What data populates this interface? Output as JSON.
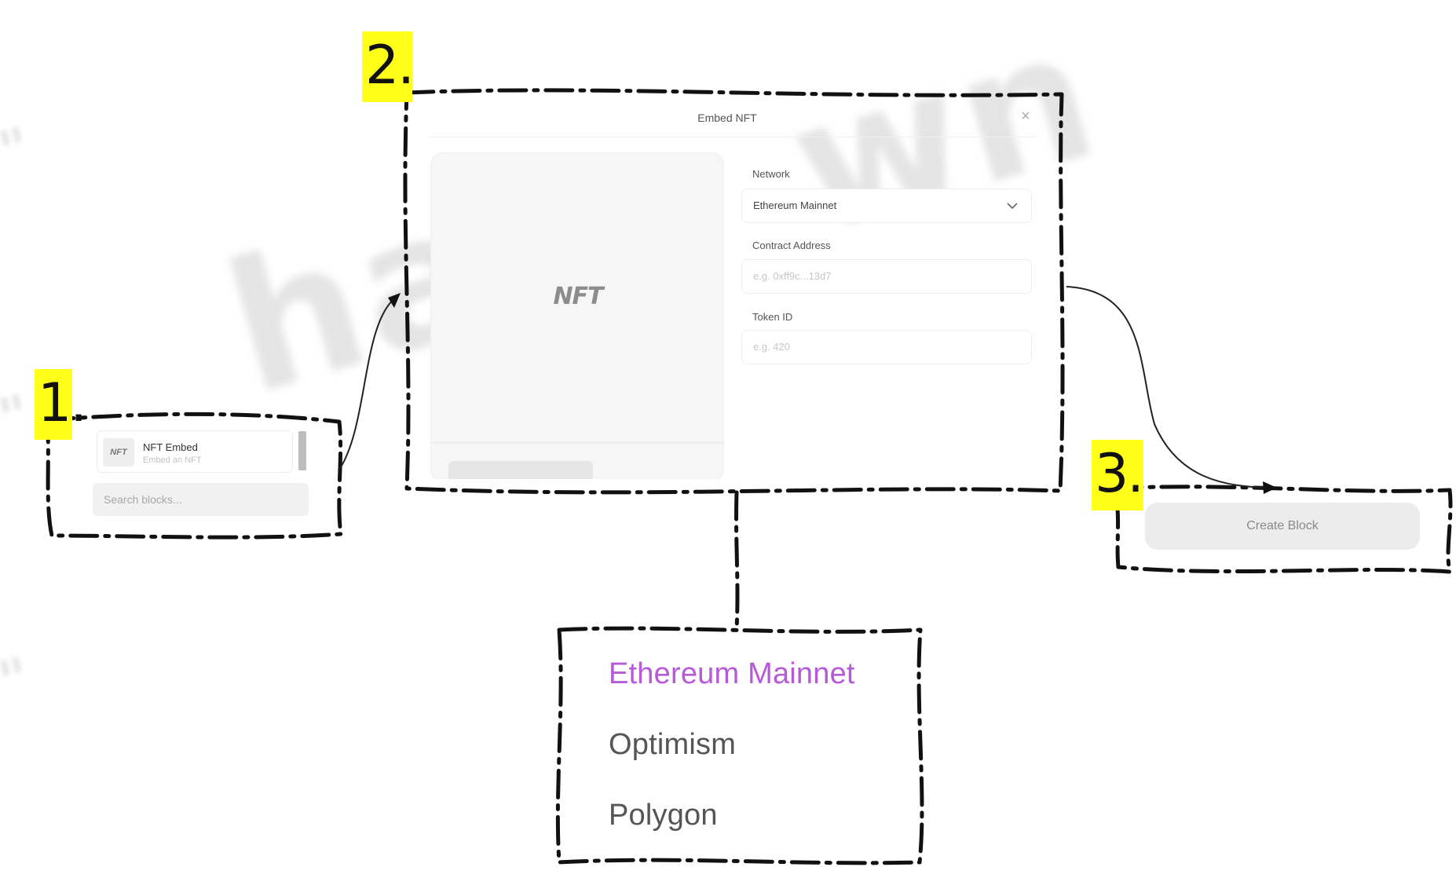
{
  "steps": [
    "1.",
    "2.",
    "3."
  ],
  "watermark": {
    "text": "ha",
    "text2": "wn"
  },
  "picker": {
    "item_thumb": "NFT",
    "item_title": "NFT Embed",
    "item_subtitle": "Embed an NFT",
    "search_placeholder": "Search blocks..."
  },
  "modal": {
    "title": "Embed NFT",
    "close_glyph": "×",
    "preview_label": "NFT",
    "fields": {
      "network": {
        "label": "Network",
        "value": "Ethereum Mainnet"
      },
      "contract": {
        "label": "Contract Address",
        "placeholder": "e.g. 0xff9c...13d7"
      },
      "token": {
        "label": "Token ID",
        "placeholder": "e.g. 420"
      }
    }
  },
  "create_button": {
    "label": "Create Block"
  },
  "dropdown": {
    "options": [
      "Ethereum Mainnet",
      "Optimism",
      "Polygon"
    ],
    "selected_index": 0,
    "selected_color": "#b65ad8"
  },
  "colors": {
    "step_marker": "#ffff1a",
    "frame_stroke": "#111111"
  }
}
